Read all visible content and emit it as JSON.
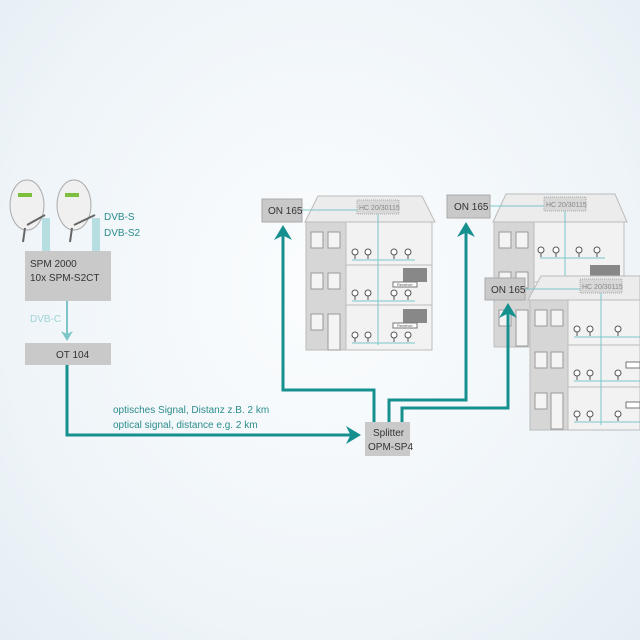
{
  "headend": {
    "signal_in": [
      "DVB-S",
      "DVB-S2"
    ],
    "module_line1": "SPM 2000",
    "module_line2": "10x SPM-S2CT",
    "signal_out": "DVB-C",
    "transmitter": "OT 104"
  },
  "link": {
    "label_de": "optisches Signal, Distanz z.B. 2 km",
    "label_en": "optical signal, distance e.g. 2 km"
  },
  "splitter": {
    "line1": "Splitter",
    "line2": "OPM-SP4"
  },
  "buildings": [
    {
      "node": "ON 165",
      "amplifier": "HC 20/30115",
      "receiver_label": "Receiver"
    },
    {
      "node": "ON 165",
      "amplifier": "HC 20/30115"
    },
    {
      "node": "ON 165",
      "amplifier": "HC 20/30115"
    }
  ],
  "colors": {
    "fiber": "#16908f",
    "coax": "#7cc6c8",
    "box": "#c9c9c9"
  }
}
